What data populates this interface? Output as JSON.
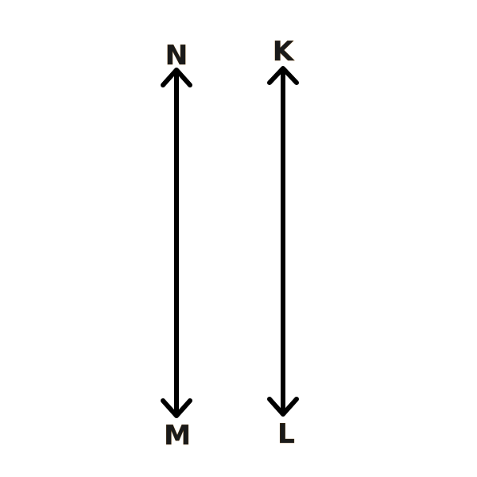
{
  "diagram": {
    "lines": [
      {
        "id": "line-nm",
        "top_label": "N",
        "bottom_label": "M"
      },
      {
        "id": "line-kl",
        "top_label": "K",
        "bottom_label": "L"
      }
    ],
    "colors": {
      "stroke": "#000000",
      "label": "#1a1a1a"
    }
  }
}
